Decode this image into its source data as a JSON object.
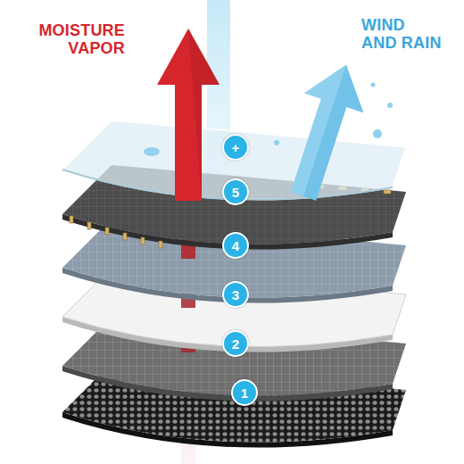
{
  "diagram": {
    "labels": [
      "MOISTURE VAPOR",
      "WIND AND RAIN",
      "+",
      "5",
      "4",
      "3",
      "2",
      "1"
    ]
  }
}
